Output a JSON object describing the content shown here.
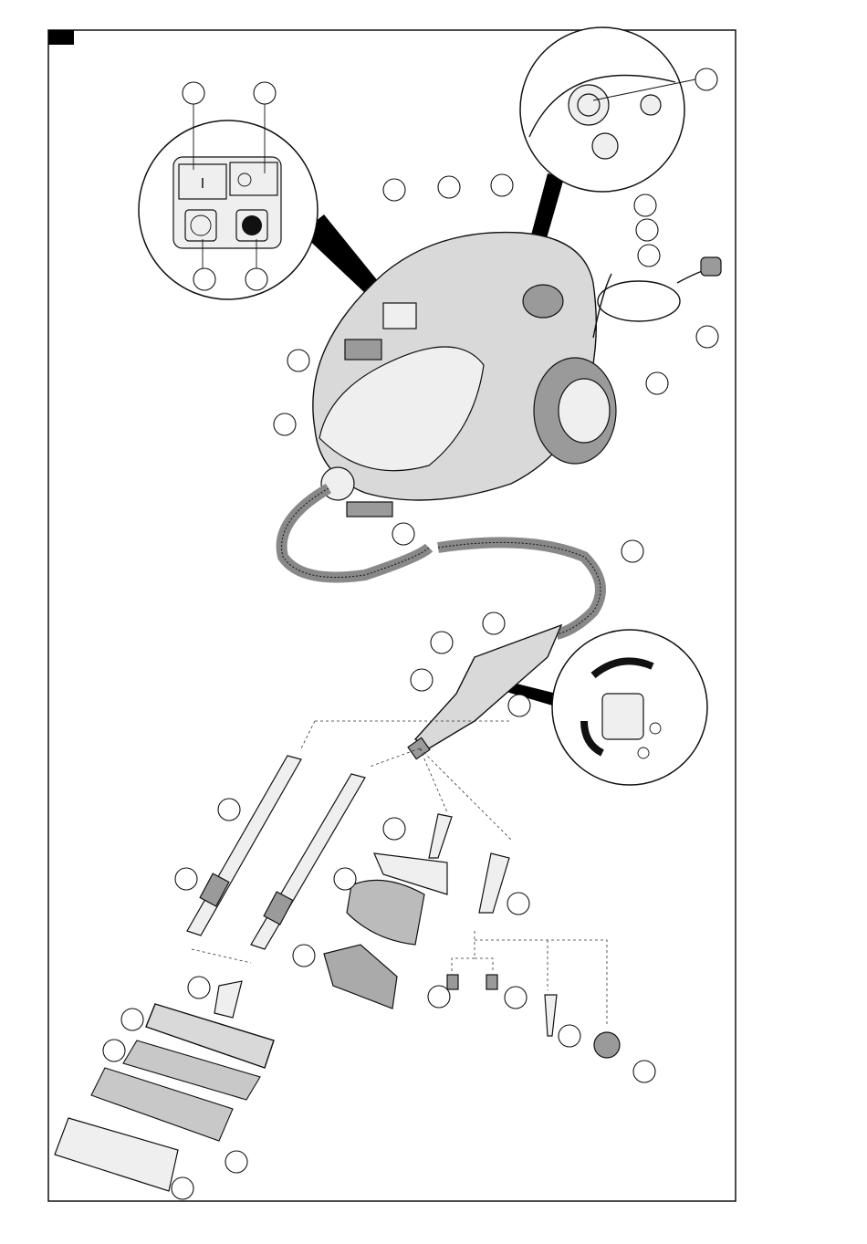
{
  "figure": {
    "type": "exploded product illustration of steam cleaner with accessories",
    "callout_count": 36,
    "callouts_numbered": false
  },
  "switch_panel": {
    "on_label": "I",
    "off_label": "O",
    "indicator_icons": [
      "heating-indicator-icon",
      "water-tap-indicator-icon"
    ]
  }
}
